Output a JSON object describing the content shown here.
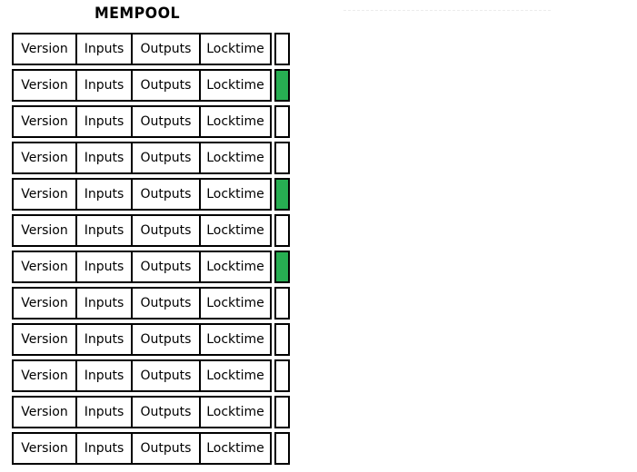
{
  "title": "MEMPOOL",
  "colors": {
    "confirmed": "#27ae52",
    "empty": "#ffffff",
    "border": "#000000",
    "rule": "#ececec"
  },
  "columns": [
    "Version",
    "Inputs",
    "Outputs",
    "Locktime"
  ],
  "rows": [
    {
      "version": "Version",
      "inputs": "Inputs",
      "outputs": "Outputs",
      "locktime": "Locktime",
      "status": "empty"
    },
    {
      "version": "Version",
      "inputs": "Inputs",
      "outputs": "Outputs",
      "locktime": "Locktime",
      "status": "confirmed"
    },
    {
      "version": "Version",
      "inputs": "Inputs",
      "outputs": "Outputs",
      "locktime": "Locktime",
      "status": "empty"
    },
    {
      "version": "Version",
      "inputs": "Inputs",
      "outputs": "Outputs",
      "locktime": "Locktime",
      "status": "empty"
    },
    {
      "version": "Version",
      "inputs": "Inputs",
      "outputs": "Outputs",
      "locktime": "Locktime",
      "status": "confirmed"
    },
    {
      "version": "Version",
      "inputs": "Inputs",
      "outputs": "Outputs",
      "locktime": "Locktime",
      "status": "empty"
    },
    {
      "version": "Version",
      "inputs": "Inputs",
      "outputs": "Outputs",
      "locktime": "Locktime",
      "status": "confirmed"
    },
    {
      "version": "Version",
      "inputs": "Inputs",
      "outputs": "Outputs",
      "locktime": "Locktime",
      "status": "empty"
    },
    {
      "version": "Version",
      "inputs": "Inputs",
      "outputs": "Outputs",
      "locktime": "Locktime",
      "status": "empty"
    },
    {
      "version": "Version",
      "inputs": "Inputs",
      "outputs": "Outputs",
      "locktime": "Locktime",
      "status": "empty"
    },
    {
      "version": "Version",
      "inputs": "Inputs",
      "outputs": "Outputs",
      "locktime": "Locktime",
      "status": "empty"
    },
    {
      "version": "Version",
      "inputs": "Inputs",
      "outputs": "Outputs",
      "locktime": "Locktime",
      "status": "empty"
    }
  ]
}
